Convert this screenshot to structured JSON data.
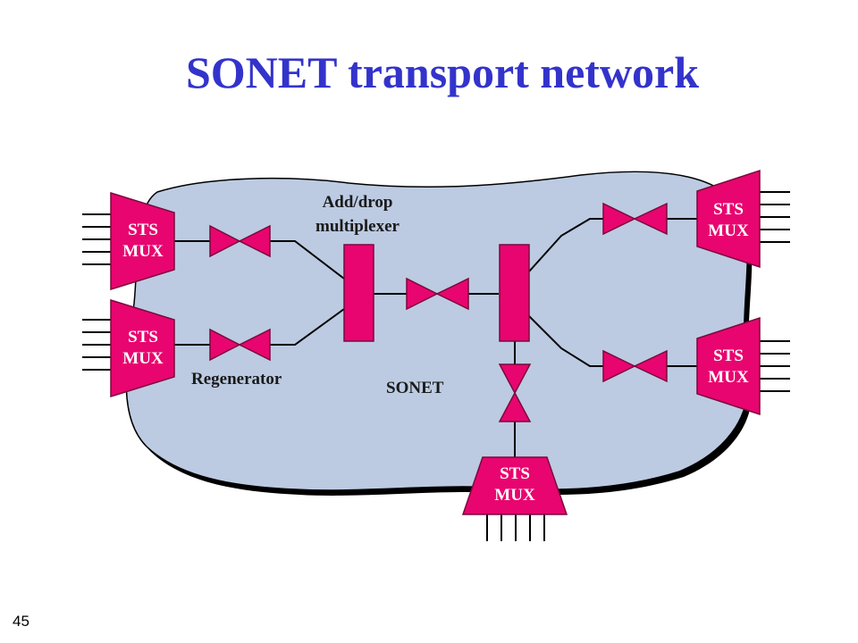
{
  "slide": {
    "title": "SONET transport network",
    "page_number": "45"
  },
  "diagram": {
    "network_label": "SONET",
    "add_drop_label_line1": "Add/drop",
    "add_drop_label_line2": "multiplexer",
    "regenerator_label": "Regenerator",
    "mux_label_line1": "STS",
    "mux_label_line2": "MUX"
  },
  "colors": {
    "title": "#3333cc",
    "cloud_fill": "#bccbe2",
    "device_fill": "#e8056f"
  }
}
